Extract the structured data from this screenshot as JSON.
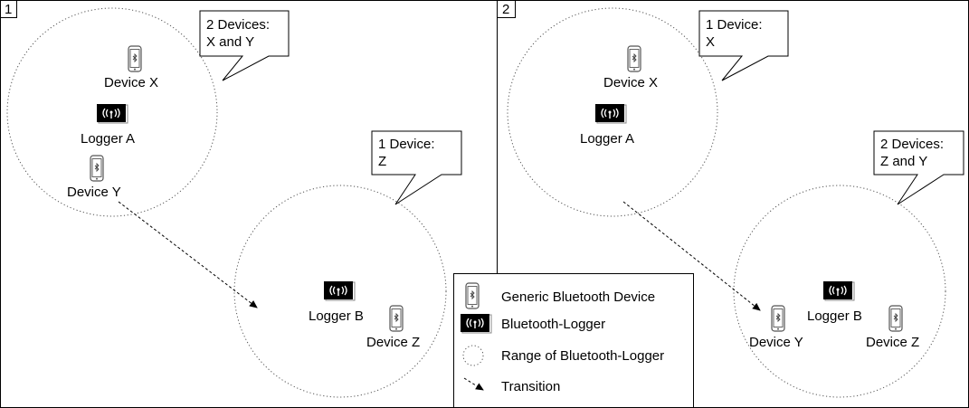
{
  "panels": [
    {
      "number": "1",
      "callouts": [
        {
          "line1": "2 Devices:",
          "line2": "X and Y"
        },
        {
          "line1": "1 Device:",
          "line2": "Z"
        }
      ],
      "devices": [
        {
          "label": "Device X",
          "kind": "bluetooth-device"
        },
        {
          "label": "Device Y",
          "kind": "bluetooth-device"
        },
        {
          "label": "Device Z",
          "kind": "bluetooth-device"
        }
      ],
      "loggers": [
        {
          "label": "Logger A",
          "kind": "bluetooth-logger"
        },
        {
          "label": "Logger B",
          "kind": "bluetooth-logger"
        }
      ]
    },
    {
      "number": "2",
      "callouts": [
        {
          "line1": "1 Device:",
          "line2": "X"
        },
        {
          "line1": "2 Devices:",
          "line2": "Z and Y"
        }
      ],
      "devices": [
        {
          "label": "Device X",
          "kind": "bluetooth-device"
        },
        {
          "label": "Device Y",
          "kind": "bluetooth-device"
        },
        {
          "label": "Device Z",
          "kind": "bluetooth-device"
        }
      ],
      "loggers": [
        {
          "label": "Logger A",
          "kind": "bluetooth-logger"
        },
        {
          "label": "Logger B",
          "kind": "bluetooth-logger"
        }
      ]
    }
  ],
  "legend": {
    "items": [
      {
        "label": "Generic Bluetooth Device",
        "icon": "bluetooth-phone-icon"
      },
      {
        "label": "Bluetooth-Logger",
        "icon": "bluetooth-logger-icon"
      },
      {
        "label": "Range of Bluetooth-Logger",
        "icon": "dotted-circle-icon"
      },
      {
        "label": "Transition",
        "icon": "dashed-arrow-icon"
      }
    ]
  },
  "colors": {
    "ink": "#000000",
    "background": "#ffffff",
    "range_stroke": "#555555"
  }
}
